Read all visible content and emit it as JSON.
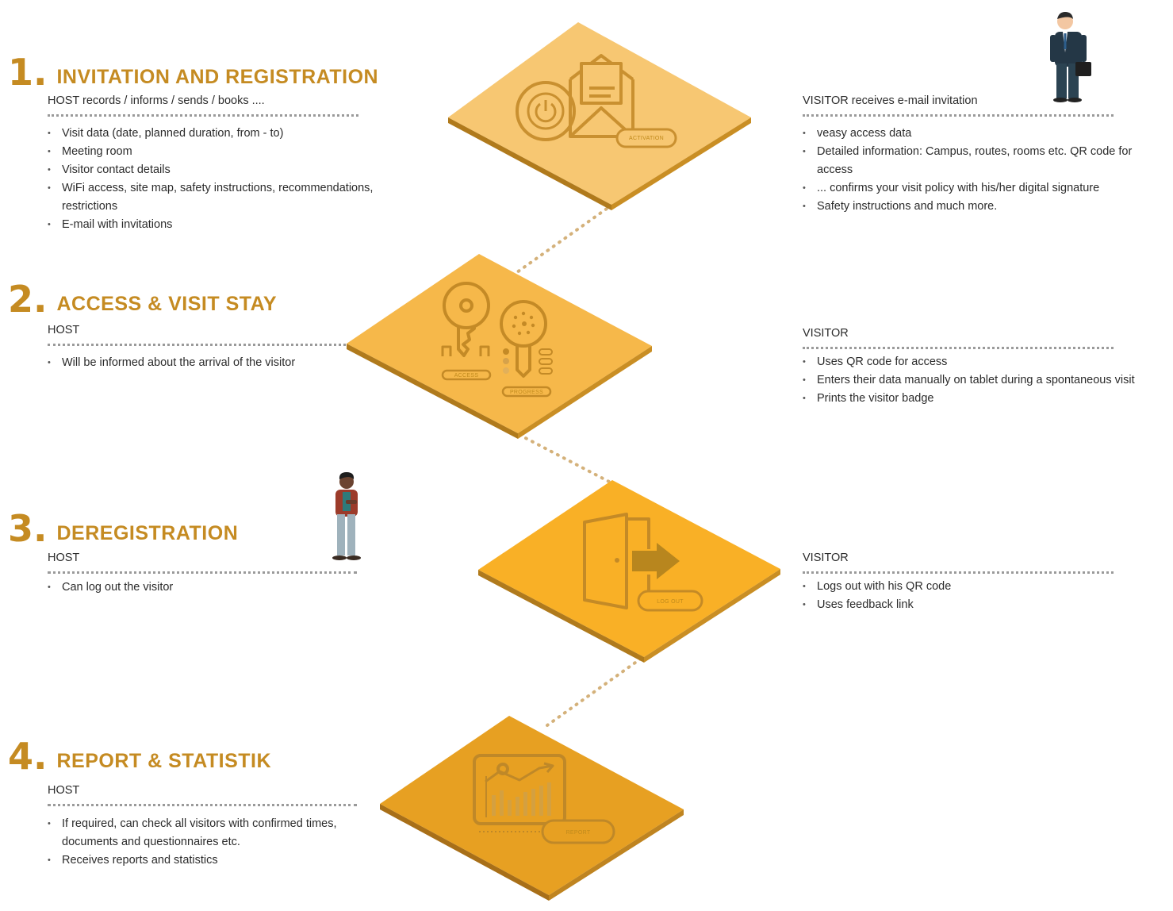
{
  "steps": [
    {
      "number": "1.",
      "title": "INVITATION AND REGISTRATION",
      "host_role": "HOST records / informs / sends / books ....",
      "host_items": [
        "Visit data (date, planned duration, from - to)",
        "Meeting room",
        "Visitor contact details",
        "WiFi access, site map, safety instructions, recommendations, restrictions",
        "E-mail with invitations"
      ],
      "visitor_role": "VISITOR receives e-mail invitation",
      "visitor_items": [
        "veasy access data",
        "Detailed information: Campus, routes, rooms etc. QR code for access",
        "... confirms your visit policy with his/her digital signature",
        "Safety instructions and much more."
      ],
      "tile_label": "ACTIVATION"
    },
    {
      "number": "2.",
      "title": "ACCESS & VISIT STAY",
      "host_role": "HOST",
      "host_items": [
        "Will be informed about the arrival of the visitor"
      ],
      "visitor_role": "VISITOR",
      "visitor_items": [
        "Uses QR code for access",
        "Enters their data manually on tablet during a spontaneous visit",
        "Prints the visitor badge"
      ],
      "tile_labels": [
        "ACCESS",
        "PROGRESS"
      ]
    },
    {
      "number": "3.",
      "title": "DEREGISTRATION",
      "host_role": "HOST",
      "host_items": [
        "Can log out the visitor"
      ],
      "visitor_role": "VISITOR",
      "visitor_items": [
        "Logs out with his QR code",
        "Uses feedback link"
      ],
      "tile_label": "LOG OUT"
    },
    {
      "number": "4.",
      "title": "REPORT & STATISTIK",
      "host_role": "HOST",
      "host_items": [
        "If required, can check all visitors with confirmed times, documents and questionnaires etc.",
        "Receives reports and statistics"
      ],
      "tile_label": "REPORT"
    }
  ],
  "colors": {
    "accent": "#c58b22",
    "tile1": "#f7c772",
    "tile2": "#f6b84a",
    "tile3": "#f9b026",
    "tile4": "#e7a022",
    "connector": "#d4b17a"
  },
  "icons": [
    "power-icon",
    "envelope-icon",
    "key-icon",
    "keyhole-icon",
    "door-icon",
    "arrow-right-icon",
    "chart-icon",
    "businessman-figure",
    "visitor-figure"
  ]
}
